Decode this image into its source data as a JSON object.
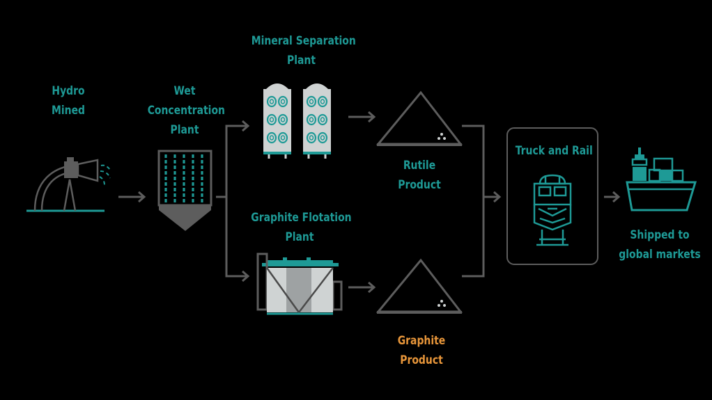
{
  "colors": {
    "teal": "#1e9a96",
    "orange": "#e8963a",
    "gray": "#5d5d5d",
    "light": "#cfd3d3",
    "background": "#000000"
  },
  "nodes": {
    "hydro_mined": {
      "line1": "Hydro",
      "line2": "Mined",
      "icon": "water-cannon-icon"
    },
    "wet_concentration": {
      "line1": "Wet",
      "line2": "Concentration",
      "line3": "Plant",
      "icon": "spiral-concentrator-icon"
    },
    "mineral_separation": {
      "line1": "Mineral Separation",
      "line2": "Plant",
      "icon": "separator-silos-icon"
    },
    "graphite_flotation": {
      "line1": "Graphite Flotation",
      "line2": "Plant",
      "icon": "flotation-tank-icon"
    },
    "rutile_product": {
      "line1": "Rutile",
      "line2": "Product",
      "icon": "stockpile-icon"
    },
    "graphite_product": {
      "line1": "Graphite",
      "line2": "Product",
      "icon": "stockpile-icon"
    },
    "truck_and_rail": {
      "line1": "Truck and Rail",
      "icon": "locomotive-icon"
    },
    "shipped": {
      "line1": "Shipped to",
      "line2": "global markets",
      "icon": "cargo-ship-icon"
    }
  }
}
